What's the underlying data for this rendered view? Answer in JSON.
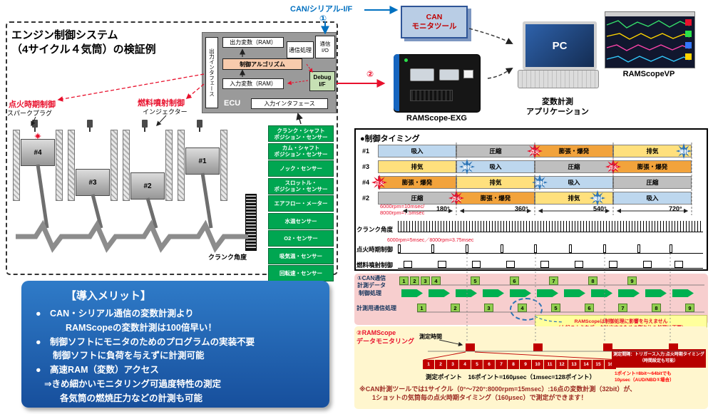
{
  "top": {
    "can_serial_if": "CAN/シリアル-I/F",
    "marker1": "①",
    "marker2": "②",
    "can_monitor": "CAN\nモニタツール",
    "exg_label": "RAMScope-EXG",
    "pc": "PC",
    "var_app": "変数計測\nアプリケーション",
    "vp_label": "RAMScopeVP"
  },
  "engine": {
    "title": "エンジン制御システム\n（4サイクル４気筒）の検証例",
    "ignition_ctrl": "点火時期制御",
    "spark_plug": "スパークプラグ",
    "fuel_ctrl": "燃料噴射制御",
    "injector": "インジェクター",
    "crank_angle": "クランク角度",
    "cyl4": "#4",
    "cyl3": "#3",
    "cyl2": "#2",
    "cyl1": "#1",
    "ecu": {
      "output_var": "出力変数（RAM）",
      "comm_proc": "通信処理",
      "comm_io": "通信\nI/O",
      "ctrl_algo": "制御アルゴリズム",
      "input_var": "入力変数（RAM）",
      "debug_if": "Debug\nI/F",
      "out_if": "出力インタフェース",
      "in_if": "入力インタフェース",
      "name": "ECU"
    },
    "sensors": [
      "クランク・シャフト\nポジション・センサー",
      "カム・シャフト\nポジション・センサー",
      "ノック・センサー",
      "スロットル・\nポジション・センサー",
      "エアフロー・メーター",
      "水温センサー",
      "O2・センサー",
      "吸気温・センサー",
      "回転速・センサー"
    ]
  },
  "timing": {
    "title": "●制御タイミング",
    "rows": [
      {
        "c": "#1",
        "p1": "吸入",
        "p2": "圧縮",
        "p3": "膨張・爆発",
        "p4": "排気"
      },
      {
        "c": "#3",
        "p1": "排気",
        "p2": "吸入",
        "p3": "圧縮",
        "p4": "膨張・爆発"
      },
      {
        "c": "#4",
        "p1": "膨張・爆発",
        "p2": "排気",
        "p3": "吸入",
        "p4": "圧縮"
      },
      {
        "c": "#2",
        "p1": "圧縮",
        "p2": "膨張・爆発",
        "p3": "排気",
        "p4": "吸入"
      }
    ],
    "ign": "点火",
    "inj": "噴射",
    "rpm_note": "6000rpm=10msec/\n8000rpm=7.5msec",
    "a180": "180°",
    "a360": "360°",
    "a540": "540°",
    "a720": "720°",
    "crank": "クランク角度",
    "ign_ctrl": "点火時期制御",
    "ign_note": "6000rpm=5msec／8000rpm=3.75msec",
    "fuel_ctrl": "燃料噴射制御"
  },
  "can": {
    "label": "①CAN通信\n計測データ",
    "ctrl": "制御処理",
    "meas": "計測用通信処理",
    "seq1": [
      "1",
      "2",
      "3",
      "4",
      "5",
      "6",
      "7",
      "8",
      "9"
    ],
    "seq2": [
      "1",
      "2",
      "3",
      "4",
      "5",
      "6",
      "7",
      "8",
      "9"
    ],
    "note": "RAMScopeは制御処理に影響を与えません\n（上記のようなデータ抽出するための割り込み処理は不要）"
  },
  "mon": {
    "label": "②RAMScope\nデータモニタリング",
    "mtime": "測定時間",
    "points": [
      "1",
      "2",
      "3",
      "4",
      "5",
      "6",
      "7",
      "8",
      "9",
      "10",
      "11",
      "12",
      "13",
      "14",
      "15",
      "16"
    ],
    "points_label": "測定ポイント　16ポイント=160μsec（1msec=128ポイント）",
    "interval_note": "測定間隔：トリガース入力:点火時期タイミング\n（時間設定も可能）",
    "bit_note": "1ポイント=8bit～64bitでも\n10μsec（AUD/NBD①場合）",
    "bottom_note": "※CAN計測ツールでは1サイクル（0°～720°:8000rpm=15msec）:16点の変数計測（32bit）が、\n　　1ショットの気筒毎の点火時期タイミング（160μsec）で測定ができます！"
  },
  "merit": {
    "title": "【導入メリット】",
    "l1": "●　CAN・シリアル通信の変数計測より",
    "l2": "RAMScopeの変数計測は100倍早い！",
    "l3": "●　制御ソフトにモニタのためのプログラムの実装不要",
    "l4": "制御ソフトに負荷を与えずに計測可能",
    "l5": "●　高速RAM（変数）アクセス",
    "l6": "⇒きめ細かいモニタリング可過度特性の測定",
    "l7": "各気筒の燃焼圧力などの計測も可能"
  }
}
